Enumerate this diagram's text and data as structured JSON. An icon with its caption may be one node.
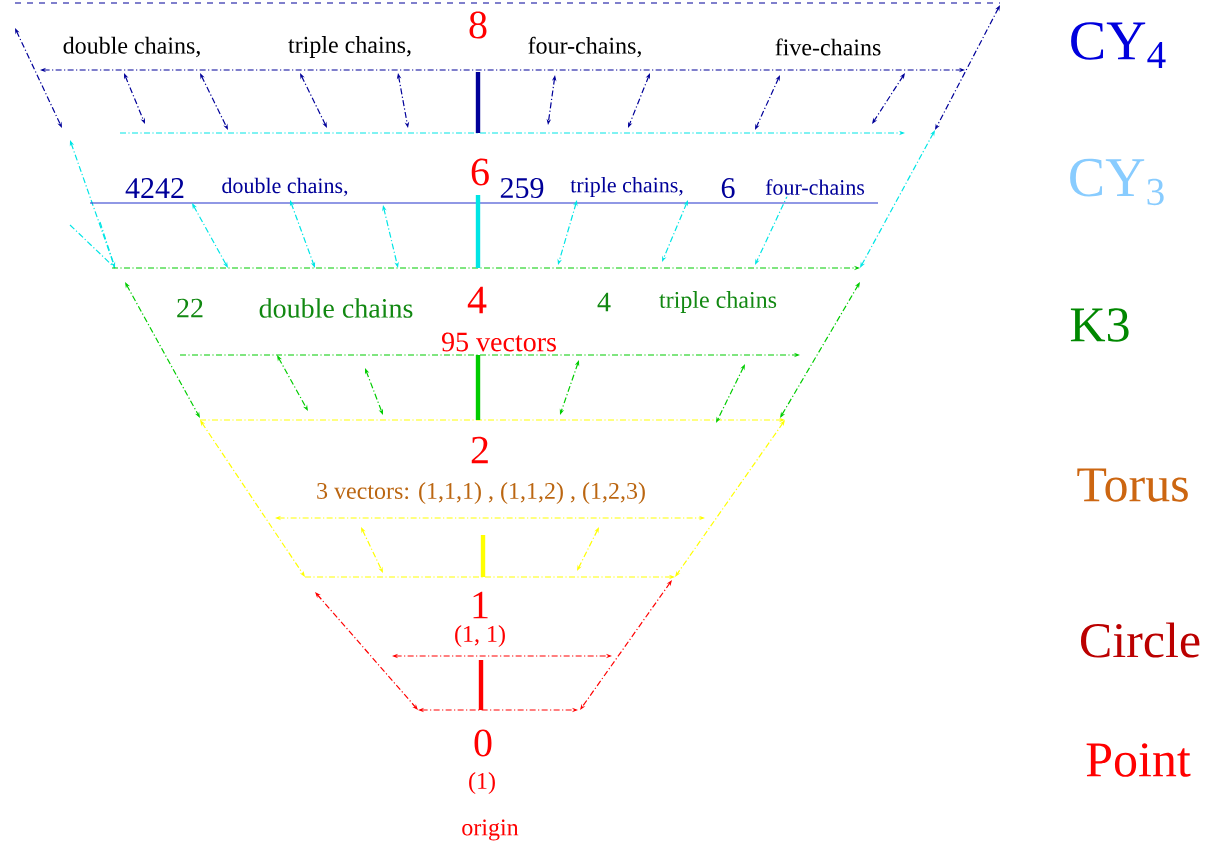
{
  "diagram": {
    "labels": [
      "double chains,",
      "triple chains,",
      "8",
      "four-chains,",
      "five-chains",
      "CY$_{4}$",
      "4242",
      "double chains,",
      "6",
      "259",
      "triple chains,",
      "6",
      "four-chains",
      "CY$_{3}$",
      "22",
      "double chains",
      "4",
      "4",
      "triple chains",
      "K3",
      "95 vectors",
      "2",
      "Torus",
      "3 vectors: (1,1,1) , (1,1,2) , (1,2,3)",
      "1",
      "Circle",
      "(1, 1)",
      "0",
      "Point",
      "(1)",
      "origin"
    ]
  }
}
